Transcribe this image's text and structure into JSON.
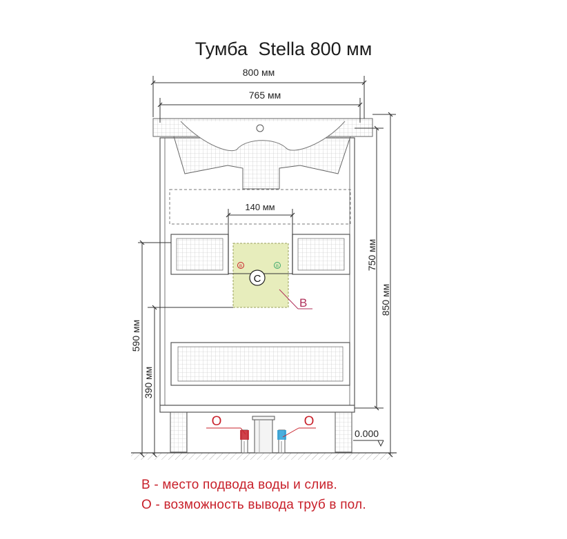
{
  "title": {
    "name": "Тумба",
    "model": "Stella",
    "size": "800 мм"
  },
  "dimensions": {
    "overall_width": "800 мм",
    "sink_width": "765 мм",
    "connection_width": "140 мм",
    "body_height": "750 мм",
    "total_height": "850 мм",
    "outlet_height": "590 мм",
    "drawer_height": "390 мм",
    "floor_level": "0.000"
  },
  "markers": {
    "c_label": "C",
    "b_label": "B",
    "hot_label": "B",
    "cold_label": "B",
    "o_left": "O",
    "o_right": "O"
  },
  "legend": {
    "line_b": "B - место подвода воды и слив.",
    "line_o": "O - возможность вывода труб в пол."
  },
  "colors": {
    "outline": "#555555",
    "dim_line": "#333333",
    "zone_fill": "#e7edbc",
    "zone_border": "#9aa05a",
    "marker_red": "#c8202a",
    "marker_magenta": "#b0305a",
    "marker_green": "#3aa86a",
    "cold_blue": "#2aa0d8"
  }
}
